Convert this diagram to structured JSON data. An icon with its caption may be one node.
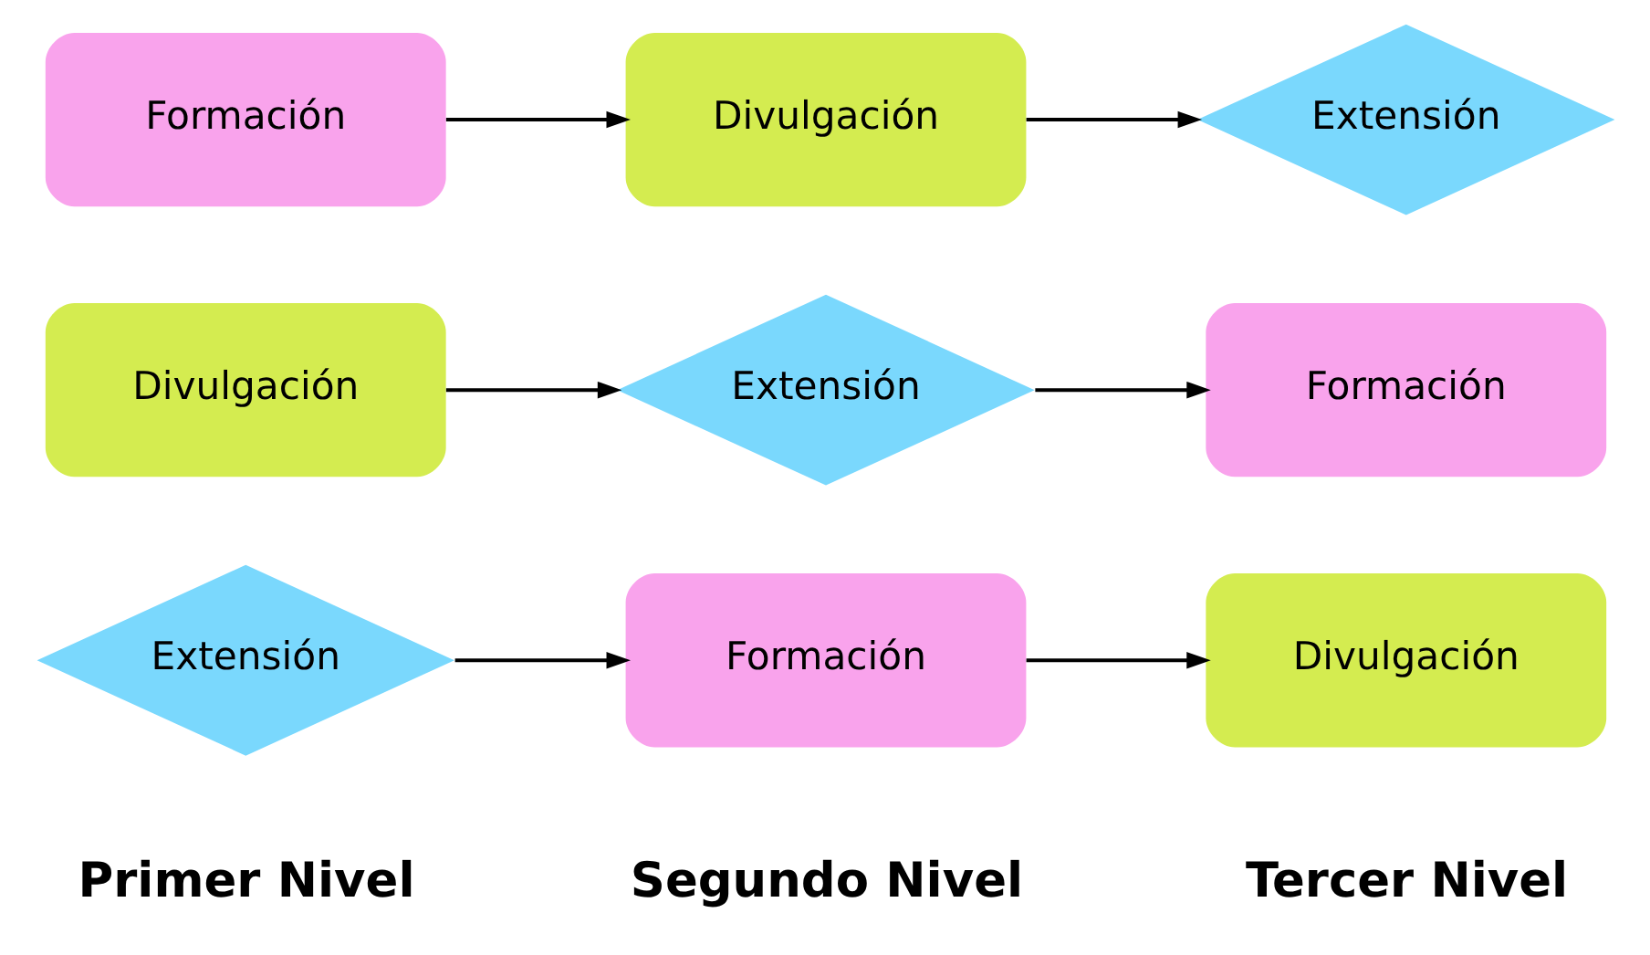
{
  "diagram": {
    "nodes": [
      {
        "text": [
          "Formación"
        ]
      },
      {
        "text": [
          "Divulgación"
        ]
      },
      {
        "text": [
          "Extensión"
        ]
      },
      {
        "text": [
          "Divulgación"
        ]
      },
      {
        "text": [
          "Extensión"
        ]
      },
      {
        "text": [
          "Formación"
        ]
      },
      {
        "text": [
          "Extensión"
        ]
      },
      {
        "text": [
          "Formación"
        ]
      },
      {
        "text": [
          "Divulgación"
        ]
      }
    ],
    "edges": [
      {
        "from": 0,
        "to": 1,
        "arrow": "to"
      },
      {
        "from": 1,
        "to": 2,
        "arrow": "to"
      },
      {
        "from": 3,
        "to": 4,
        "arrow": "to"
      },
      {
        "from": 4,
        "to": 5,
        "arrow": "to"
      },
      {
        "from": 6,
        "to": 7,
        "arrow": "to"
      },
      {
        "from": 7,
        "to": 8,
        "arrow": "to"
      }
    ],
    "labels": [
      "Primer Nivel",
      "Segundo Nivel",
      "Tercer Nivel"
    ]
  }
}
